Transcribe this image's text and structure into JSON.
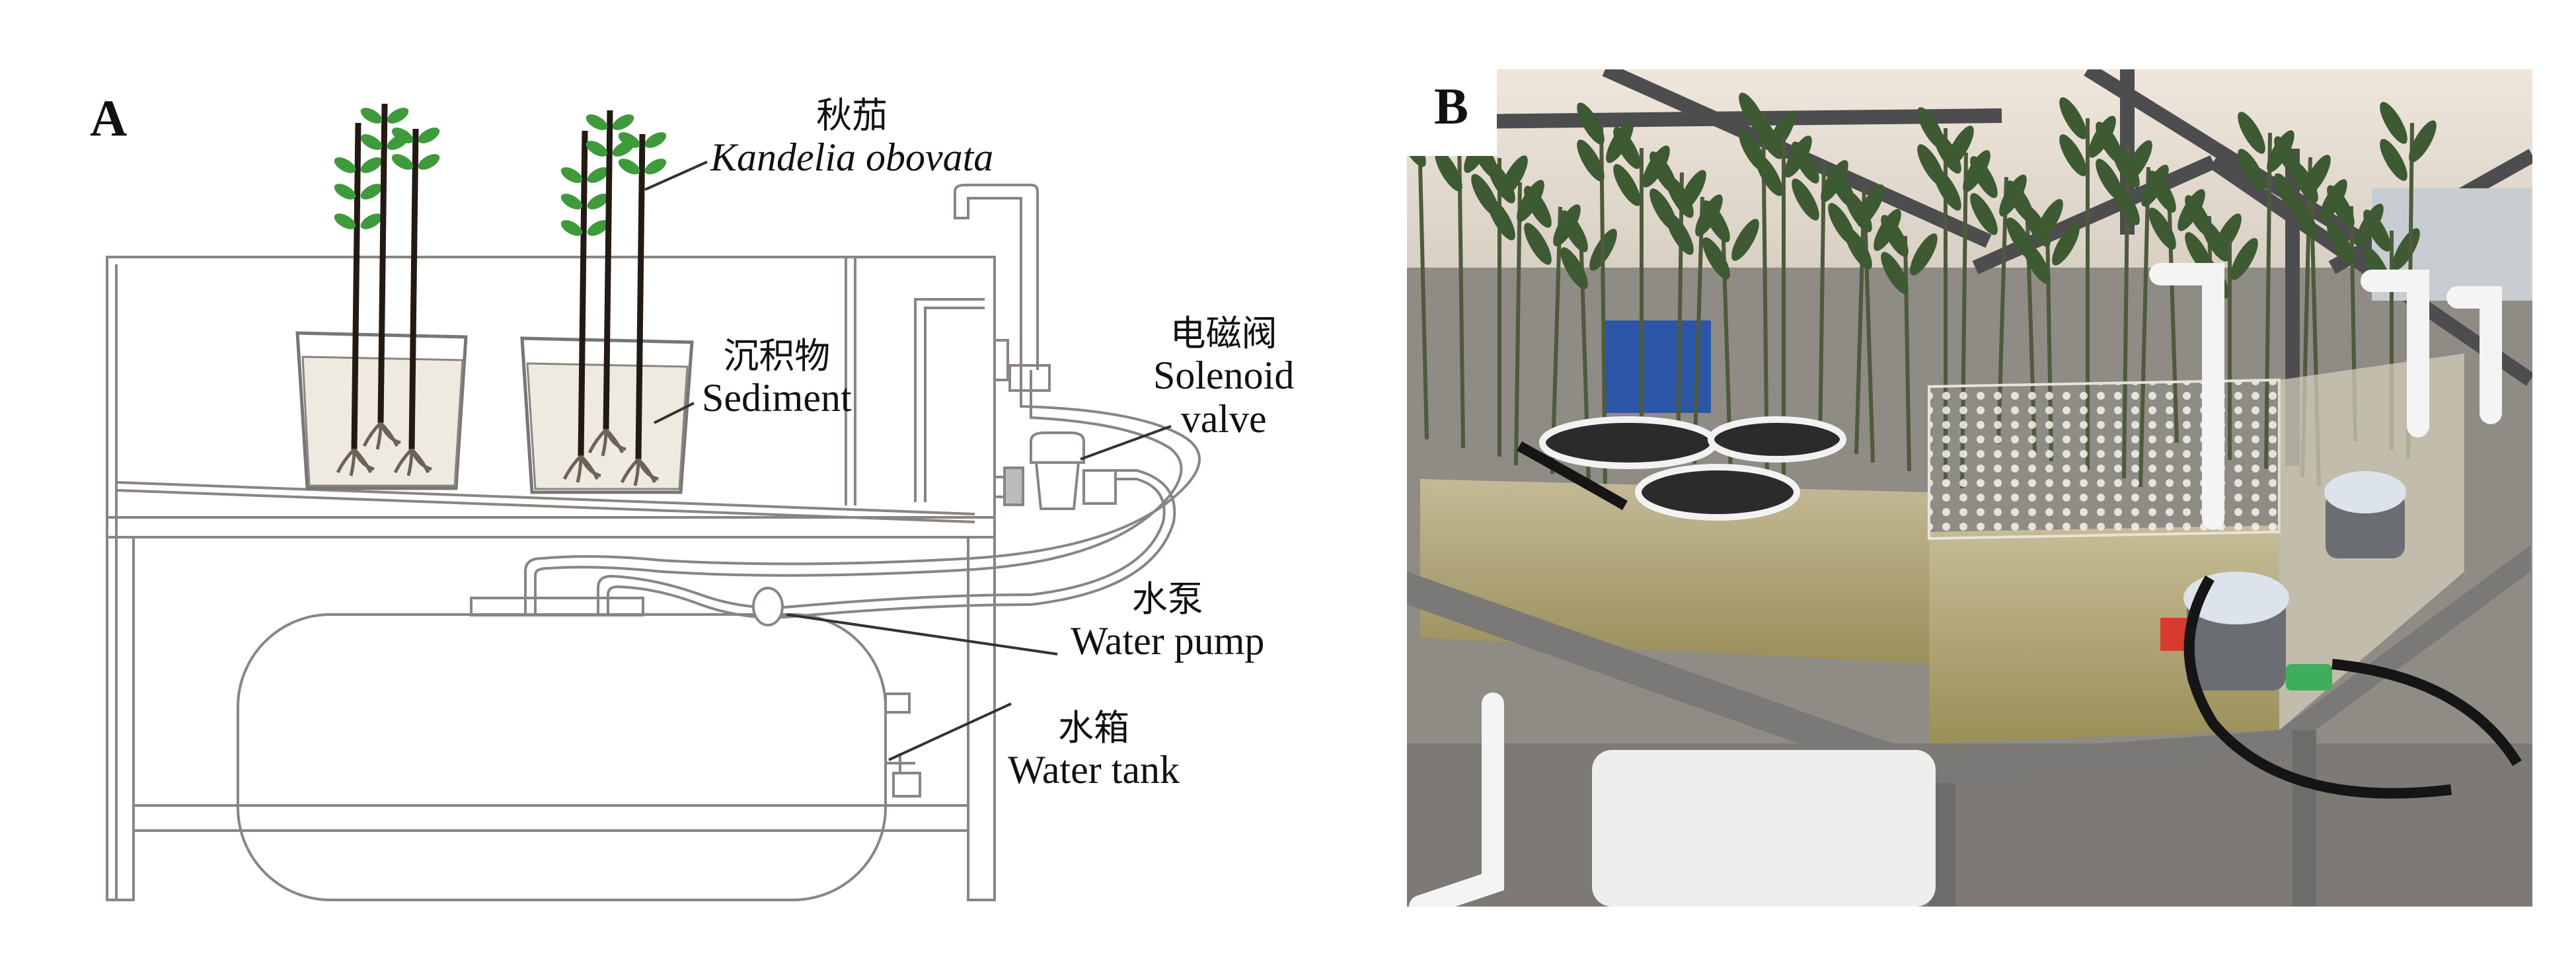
{
  "figure": {
    "panel_a": {
      "letter": "A",
      "labels": {
        "plant": {
          "zh": "秋茄",
          "en": "Kandelia obovata"
        },
        "sediment": {
          "zh": "沉积物",
          "en": "Sediment"
        },
        "solenoid_valve": {
          "zh": "电磁阀",
          "en_line1": "Solenoid",
          "en_line2": "valve"
        },
        "water_pump": {
          "zh": "水泵",
          "en": "Water pump"
        },
        "water_tank": {
          "zh": "水箱",
          "en": "Water tank"
        }
      },
      "colors": {
        "line": "#8a8582",
        "stem": "#231a14",
        "leaf": "#3f9a3c",
        "sediment": "#ece9df",
        "leader": "#333333"
      }
    },
    "panel_b": {
      "letter": "B",
      "description": "Photo of mangrove seedling tidal-simulation tanks under a shade canopy",
      "colors": {
        "canopy": "#e8ddd3",
        "frame": "#6d6c6a",
        "water": "#b9ab7a",
        "leaves": "#3d5a32",
        "pipe": "#f2f2f2",
        "meter": "#6a6e72"
      }
    }
  }
}
